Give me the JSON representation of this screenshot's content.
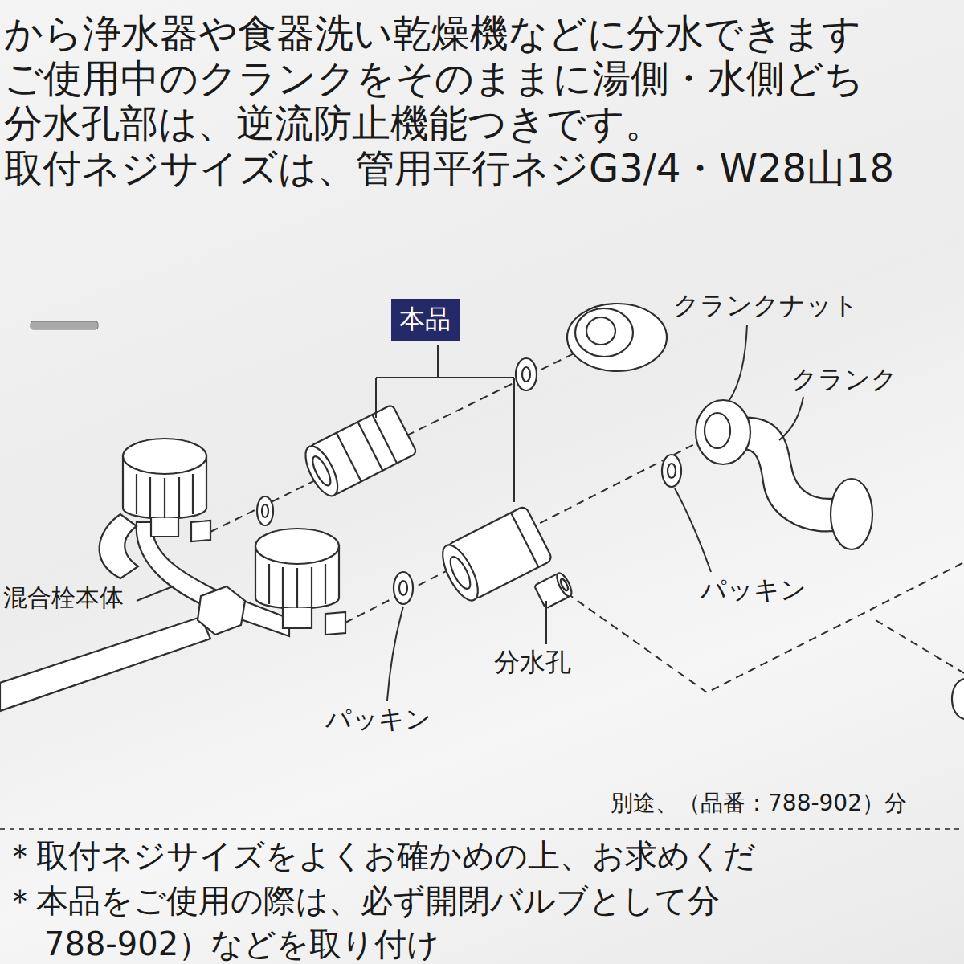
{
  "diagram": {
    "nodes": [
      {
        "text": [
          "本品"
        ]
      }
    ],
    "labels": [
      "から浄水器や食器洗い乾燥機などに分水できます",
      "ご使用中のクランクをそのままに湯側・水側どち",
      "分水孔部は、逆流防止機能つきです。",
      "取付ネジサイズは、管用平行ネジG3/4・W28山18",
      "クランクナット",
      "クランク",
      "パッキン",
      "分水孔",
      "パッキン",
      "混合栓本体",
      "別途、（品番：788-902）分",
      "＊取付ネジサイズをよくお確かめの上、お求めくだ",
      "＊本品をご使用の際は、必ず開閉バルブとして分",
      "788-902）などを取り付け"
    ]
  }
}
